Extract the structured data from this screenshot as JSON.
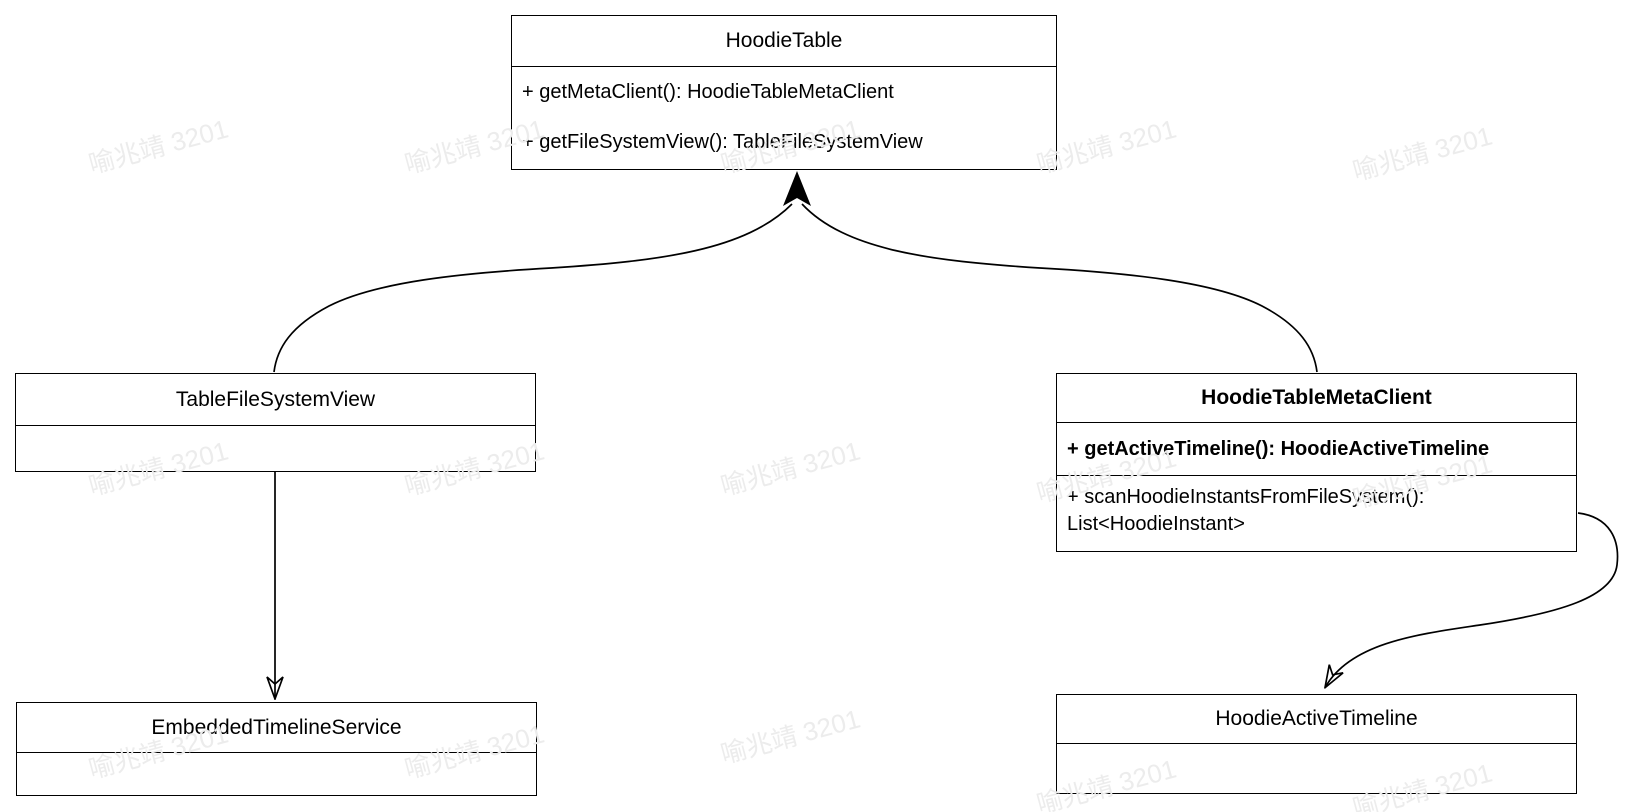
{
  "watermark": {
    "text": "喻兆靖 3201"
  },
  "classes": [
    {
      "name": "HoodieTable",
      "methods": [
        "+ getMetaClient(): HoodieTableMetaClient",
        "+ getFileSystemView(): TableFileSystemView"
      ]
    },
    {
      "name": "TableFileSystemView",
      "methods": []
    },
    {
      "name": "HoodieTableMetaClient",
      "methods": [
        "+ getActiveTimeline(): HoodieActiveTimeline",
        "+ scanHoodieInstantsFromFileSystem(): List<HoodieInstant>"
      ]
    },
    {
      "name": "EmbeddedTimelineService",
      "methods": []
    },
    {
      "name": "HoodieActiveTimeline",
      "methods": []
    }
  ],
  "edges": [
    {
      "from": "TableFileSystemView",
      "to": "HoodieTable",
      "arrow": "to-target"
    },
    {
      "from": "HoodieTableMetaClient",
      "to": "HoodieTable",
      "arrow": "to-target"
    },
    {
      "from": "TableFileSystemView",
      "to": "EmbeddedTimelineService",
      "arrow": "to-target"
    },
    {
      "from": "HoodieTableMetaClient",
      "to": "HoodieActiveTimeline",
      "arrow": "to-target"
    }
  ]
}
